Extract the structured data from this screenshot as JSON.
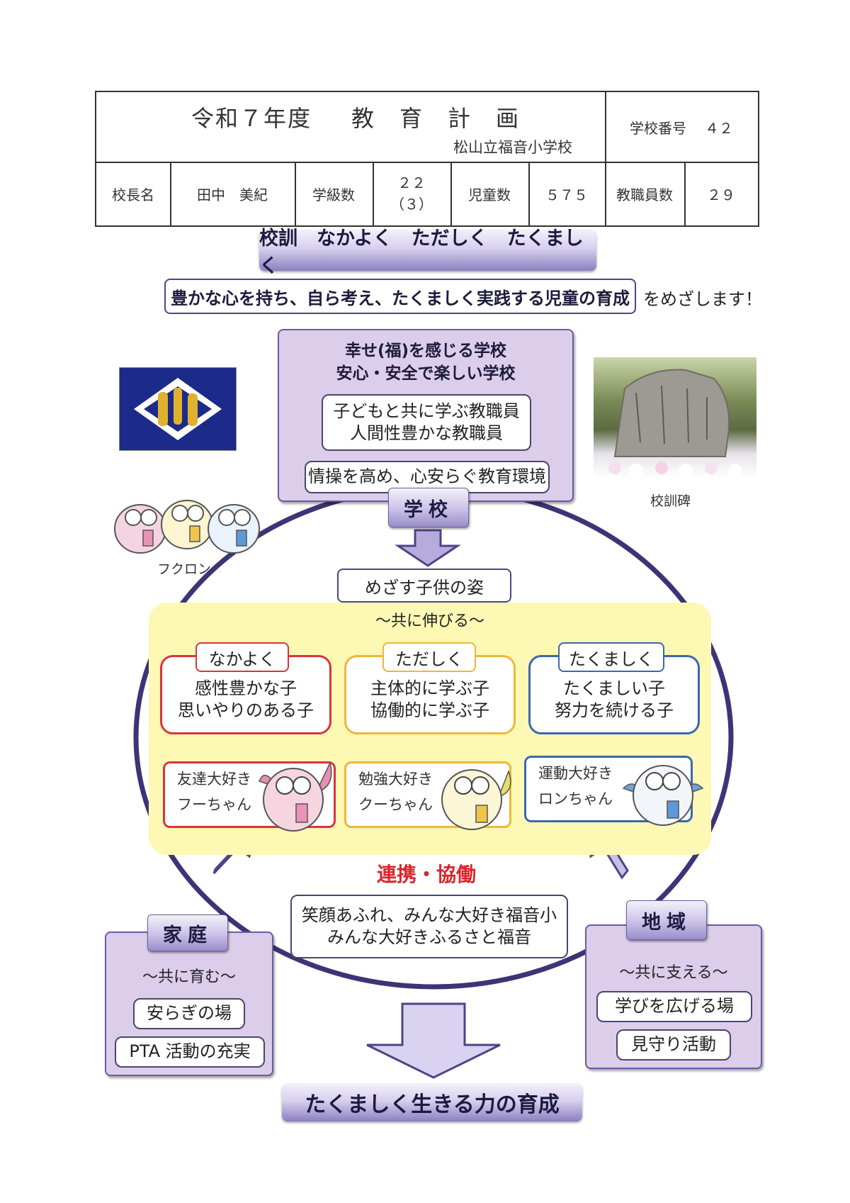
{
  "header": {
    "year_label": "令和７年度",
    "title": "教　育　計　画",
    "school_name": "松山立福音小学校",
    "school_no_label": "学校番号",
    "school_no_value": "４２",
    "principal_label": "校長名",
    "principal_value": "田中　美紀",
    "classes_label": "学級数",
    "classes_value": "２２",
    "classes_sub": "（３）",
    "students_label": "児童数",
    "students_value": "５７５",
    "staff_label": "教職員数",
    "staff_value": "２９"
  },
  "motto": "校訓　なかよく　ただしく　たくましく",
  "goal": {
    "text": "豊かな心を持ち、自ら考え、たくましく実践する児童の育成",
    "suffix": "をめざします！"
  },
  "school_box": {
    "line1": "幸せ(福)を感じる学校",
    "line2": "安心・安全で楽しい学校",
    "staff_line1": "子どもと共に学ぶ教職員",
    "staff_line2": "人間性豊かな教職員",
    "environment": "情操を高め、心安らぐ教育環境",
    "tag": "学校"
  },
  "photo_caption": "校訓碑",
  "mascot_caption": "フクロン",
  "aim_title": "めざす子供の姿",
  "grow_together": "～共に伸びる～",
  "traits": [
    {
      "tag": "なかよく",
      "line1": "感性豊かな子",
      "line2": "思いやりのある子",
      "color": "#d9343f"
    },
    {
      "tag": "ただしく",
      "line1": "主体的に学ぶ子",
      "line2": "協働的に学ぶ子",
      "color": "#f0b63a"
    },
    {
      "tag": "たくましく",
      "line1": "たくましい子",
      "line2": "努力を続ける子",
      "color": "#3a68b3"
    }
  ],
  "characters": [
    {
      "line1": "友達大好き",
      "line2": "フーちゃん",
      "color": "#d9343f",
      "body": "#f7d5e0",
      "wing": "#e68fb4"
    },
    {
      "line1": "勉強大好き",
      "line2": "クーちゃん",
      "color": "#f0b63a",
      "body": "#fbf6d6",
      "wing": "#e6dc6a"
    },
    {
      "line1": "運動大好き",
      "line2": "ロンちゃん",
      "color": "#3a68b3",
      "body": "#f2f6fb",
      "wing": "#6ea2d8"
    }
  ],
  "cooperation": "連携・協働",
  "center_box": {
    "line1": "笑顔あふれ、みんな大好き福音小",
    "line2": "みんな大好きふるさと福音"
  },
  "home": {
    "tag": "家庭",
    "subtitle": "～共に育む～",
    "item1": "安らぎの場",
    "item2": "PTA 活動の充実"
  },
  "community": {
    "tag": "地域",
    "subtitle": "～共に支える～",
    "item1": "学びを広げる場",
    "item2": "見守り活動"
  },
  "final": "たくましく生きる力の育成",
  "colors": {
    "purple_box": "#dccdea",
    "circle": "#3b3577",
    "yellow_area": "#fdf8b3",
    "cooperation_red": "#d9252d",
    "flag_blue": "#1c2a8a",
    "flag_yellow": "#e0b12e"
  }
}
